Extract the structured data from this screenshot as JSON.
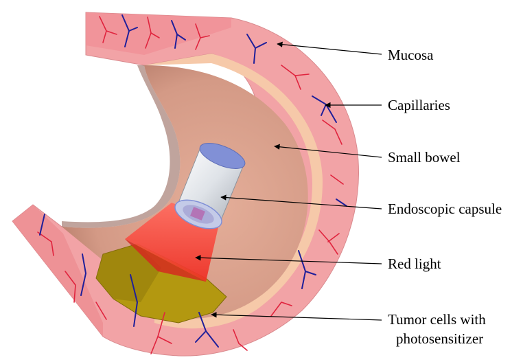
{
  "labels": {
    "mucosa": "Mucosa",
    "capillaries": "Capillaries",
    "small_bowel": "Small bowel",
    "endoscopic_capsule": "Endoscopic capsule",
    "red_light": "Red light",
    "tumor_line1": "Tumor cells with",
    "tumor_line2": "photosensitizer"
  },
  "colors": {
    "mucosa": "#f2a3a6",
    "submucosa_band": "#f6c9a9",
    "lumen": "#d9a18c",
    "capillary_red": "#e0243e",
    "capillary_blue": "#1f1f9a",
    "capsule_body": "#d9dde3",
    "capsule_cap": "#7f8fd6",
    "red_light": "#ff4a3d",
    "tumor": "#b39810"
  }
}
